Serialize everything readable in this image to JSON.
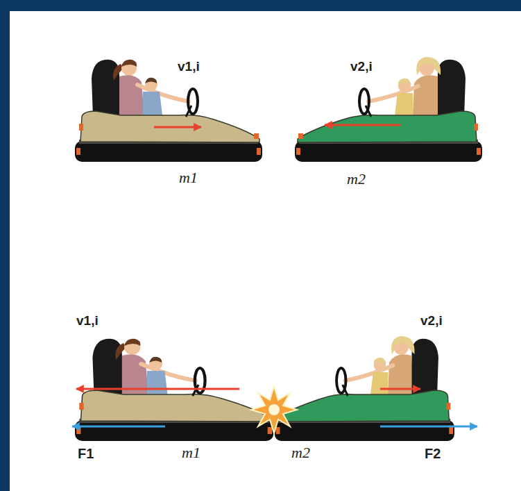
{
  "diagram": {
    "labels": [
      "v1,i",
      "v2,i",
      "m1",
      "m2",
      "v1,i",
      "v2,i",
      "F1",
      "m1",
      "m2",
      "F2"
    ]
  }
}
